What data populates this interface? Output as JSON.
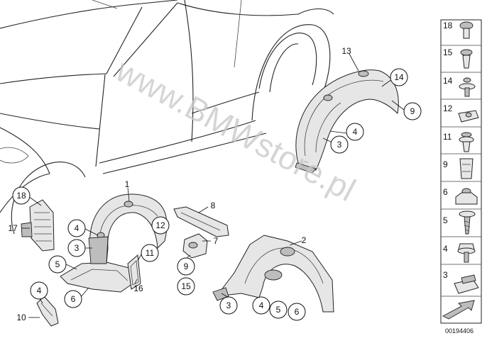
{
  "watermark": "www.BMWstore.pl",
  "document_number": "00194406",
  "callouts": [
    {
      "label": "13",
      "circled": false
    },
    {
      "label": "14",
      "circled": true
    },
    {
      "label": "9",
      "circled": true
    },
    {
      "label": "4",
      "circled": true
    },
    {
      "label": "3",
      "circled": true
    },
    {
      "label": "1",
      "circled": false
    },
    {
      "label": "18",
      "circled": true
    },
    {
      "label": "17",
      "circled": false
    },
    {
      "label": "4",
      "circled": true
    },
    {
      "label": "3",
      "circled": true
    },
    {
      "label": "5",
      "circled": true
    },
    {
      "label": "6",
      "circled": true
    },
    {
      "label": "12",
      "circled": true
    },
    {
      "label": "11",
      "circled": true
    },
    {
      "label": "16",
      "circled": false
    },
    {
      "label": "8",
      "circled": false
    },
    {
      "label": "7",
      "circled": false
    },
    {
      "label": "9",
      "circled": true
    },
    {
      "label": "15",
      "circled": true
    },
    {
      "label": "2",
      "circled": false
    },
    {
      "label": "3",
      "circled": true
    },
    {
      "label": "4",
      "circled": true
    },
    {
      "label": "5",
      "circled": true
    },
    {
      "label": "6",
      "circled": true
    },
    {
      "label": "4",
      "circled": true
    },
    {
      "label": "10",
      "circled": false
    }
  ],
  "legend": [
    {
      "label": "18",
      "icon": "expanding-rivet-icon"
    },
    {
      "label": "15",
      "icon": "push-rivet-icon"
    },
    {
      "label": "14",
      "icon": "screw-washer-icon"
    },
    {
      "label": "12",
      "icon": "spring-nut-icon"
    },
    {
      "label": "11",
      "icon": "clip-rivet-icon"
    },
    {
      "label": "9",
      "icon": "plastic-nut-icon"
    },
    {
      "label": "6",
      "icon": "hex-nut-icon"
    },
    {
      "label": "5",
      "icon": "self-tapping-screw-icon"
    },
    {
      "label": "4",
      "icon": "hex-bolt-icon"
    },
    {
      "label": "3",
      "icon": "clip-nut-icon"
    },
    {
      "label": "",
      "icon": "direction-arrow-icon"
    }
  ]
}
